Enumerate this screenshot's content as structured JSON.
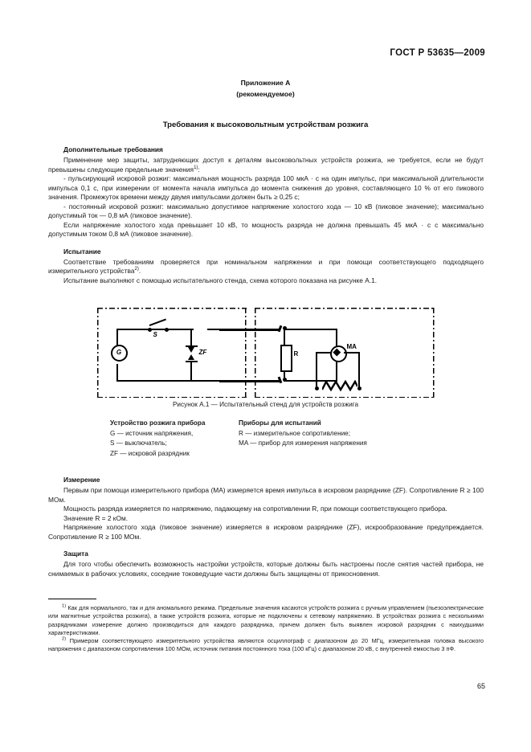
{
  "document": {
    "standard_header": "ГОСТ Р 53635—2009",
    "page_number": "65"
  },
  "annex": {
    "line1": "Приложение А",
    "line2": "(рекомендуемое)",
    "title": "Требования к высоковольтным устройствам розжига"
  },
  "sections": {
    "additional_requirements": {
      "heading": "Дополнительные требования",
      "intro": "Применение мер защиты, затрудняющих доступ к деталям высоковольтных устройств розжига, не требуется, если не будут превышены следующие предельные значения",
      "intro_footnote": "1)",
      "intro_tail": ":",
      "bullet1": "-  пульсирующий искровой розжиг: максимальная мощность разряда 100 мкА · с на один импульс, при максимальной длительности импульса 0,1 с, при измерении от момента начала импульса до момента снижения до уровня, составляющего 10 % от его пикового значения. Промежуток времени между двумя импульсами должен быть ≥ 0,25 с;",
      "bullet2": "-  постоянный искровой розжиг: максимально допустимое напряжение холостого хода — 10 кВ (пиковое значение); максимально допустимый ток — 0,8 мА (пиковое значение).",
      "para3": "Если напряжение холостого хода превышает 10 кВ, то мощность разряда не должна превышать 45 мкА · с с максимально допустимым током 0,8 мА (пиковое значение)."
    },
    "test": {
      "heading": "Испытание",
      "para1_a": "Соответствие требованиям проверяется при номинальном напряжении и при помощи соответствующего подходящего измерительного устройства",
      "para1_footnote": "2)",
      "para1_tail": ".",
      "para2": "Испытание выполняют с помощью испытательного стенда, схема которого показана на рисунке А.1."
    },
    "measurement": {
      "heading": "Измерение",
      "para1": "Первым при помощи измерительного прибора (МА) измеряется время импульса в искровом разряднике (ZF). Сопротивление R ≥ 100 МОм.",
      "para2": "Мощность разряда измеряется по напряжению, падающему на сопротивлении R, при помощи соответствующего прибора.",
      "para3": "Значение R = 2 кОм.",
      "para4": "Напряжение холостого хода (пиковое значение) измеряется в искровом разряднике (ZF), искрообразование предупреждается. Сопротивление R ≥ 100 МОм."
    },
    "protection": {
      "heading": "Защита",
      "para1": "Для того чтобы обеспечить возможность настройки устройств, которые должны быть настроены после снятия частей прибора, не снимаемых в рабочих условиях, соседние токоведущие части должны быть защищены от прикосновения."
    }
  },
  "figure": {
    "caption": "Рисунок А.1 — Испытательный стенд для устройств розжига",
    "components": {
      "generator": "G",
      "switch": "S",
      "spark_gap": "ZF",
      "resistor": "R",
      "meter": "MA"
    },
    "legend": {
      "col1_head": "Устройство розжига прибора",
      "col1_items": [
        "G — источник напряжения,",
        "S — выключатель;",
        "ZF — искровой разрядник"
      ],
      "col2_head": "Приборы для испытаний",
      "col2_items": [
        "R — измерительное сопротивление;",
        "MA — прибор для измерения напряжения"
      ]
    }
  },
  "footnotes": [
    {
      "mark": "1)",
      "text": "Как для нормального, так и для аномального режима. Предельные значения касаются устройств розжига с ручным управлением (пьезоэлектрические или магнитные устройства розжига), а также устройств розжига, которые не подключены к сетевому напряжению. В устройствах розжига с несколькими разрядниками измерение должно производиться для каждого разрядника, причем должен быть выявлен искровой разрядник с наихудшими характеристиками."
    },
    {
      "mark": "2)",
      "text": "Примером соответствующего измерительного устройства являются осциллограф с диапазоном до 20 МГц, измерительная головка высокого напряжения с диапазоном сопротивления 100 МОм, источник питания постоянного тока (100 кГц) с диапазоном 20 кВ, с внутренней емкостью 3 пФ."
    }
  ]
}
